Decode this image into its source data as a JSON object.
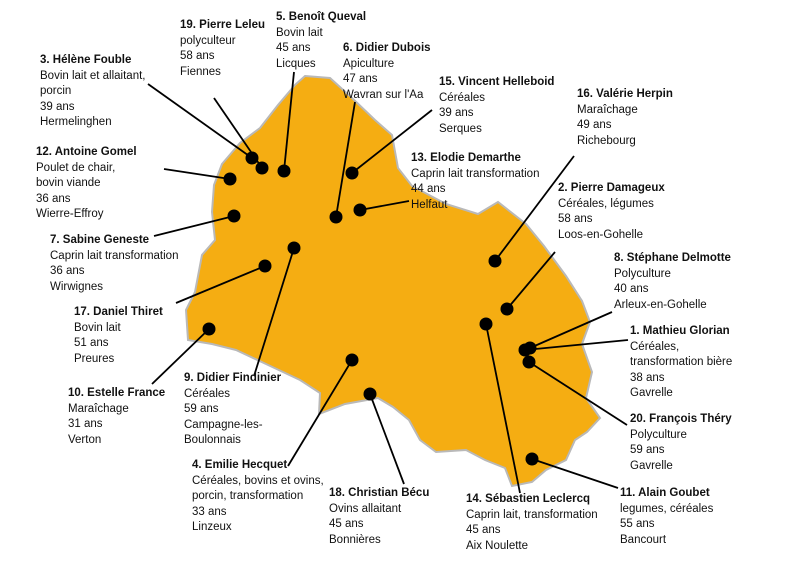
{
  "colors": {
    "region_fill": "#F5AD12",
    "region_stroke": "#B9B9B9",
    "marker": "#000000",
    "leader": "#000000"
  },
  "people": [
    {
      "id": "p19",
      "name": "19. Pierre Leleu",
      "lines": [
        "polyculteur",
        "58 ans",
        "Fiennes"
      ]
    },
    {
      "id": "p5",
      "name": "5. Benoît Queval",
      "lines": [
        "Bovin lait",
        "45 ans",
        "Licques"
      ]
    },
    {
      "id": "p3",
      "name": "3. Hélène Fouble",
      "lines": [
        "Bovin lait et allaitant,",
        "porcin",
        "39 ans",
        "Hermelinghen"
      ]
    },
    {
      "id": "p6",
      "name": "6. Didier Dubois",
      "lines": [
        "Apiculture",
        "47 ans",
        "Wavran sur l'Aa"
      ]
    },
    {
      "id": "p15",
      "name": "15. Vincent Helleboid",
      "lines": [
        "Céréales",
        "39 ans",
        "Serques"
      ]
    },
    {
      "id": "p16",
      "name": "16. Valérie Herpin",
      "lines": [
        "Maraîchage",
        "49 ans",
        "Richebourg"
      ]
    },
    {
      "id": "p12",
      "name": "12. Antoine Gomel",
      "lines": [
        "Poulet de chair,",
        "bovin viande",
        "36 ans",
        "Wierre-Effroy"
      ]
    },
    {
      "id": "p13",
      "name": "13. Elodie Demarthe",
      "lines": [
        "Caprin lait transformation",
        "44 ans",
        "Helfaut"
      ]
    },
    {
      "id": "p2",
      "name": "2. Pierre Damageux",
      "lines": [
        "Céréales, légumes",
        "58 ans",
        "Loos-en-Gohelle"
      ]
    },
    {
      "id": "p7",
      "name": "7. Sabine Geneste",
      "lines": [
        "Caprin lait transformation",
        "36 ans",
        "Wirwignes"
      ]
    },
    {
      "id": "p8",
      "name": "8. Stéphane Delmotte",
      "lines": [
        "Polyculture",
        "40 ans",
        "Arleux-en-Gohelle"
      ]
    },
    {
      "id": "p17",
      "name": "17. Daniel Thiret",
      "lines": [
        "Bovin lait",
        "51 ans",
        "Preures"
      ]
    },
    {
      "id": "p1",
      "name": "1. Mathieu Glorian",
      "lines": [
        "Céréales,",
        "transformation bière",
        "38 ans",
        "Gavrelle"
      ]
    },
    {
      "id": "p10",
      "name": "10. Estelle France",
      "lines": [
        "Maraîchage",
        "31 ans",
        "Verton"
      ]
    },
    {
      "id": "p9",
      "name": "9. Didier Findinier",
      "lines": [
        "Céréales",
        "59 ans",
        "Campagne-les-",
        "Boulonnais"
      ]
    },
    {
      "id": "p20",
      "name": "20. François Théry",
      "lines": [
        "Polyculture",
        "59 ans",
        "Gavrelle"
      ]
    },
    {
      "id": "p4",
      "name": "4. Emilie Hecquet",
      "lines": [
        "Céréales, bovins et ovins,",
        "porcin, transformation",
        "33 ans",
        "Linzeux"
      ]
    },
    {
      "id": "p18",
      "name": "18. Christian Bécu",
      "lines": [
        "Ovins allaitant",
        "45 ans",
        "Bonnières"
      ]
    },
    {
      "id": "p14",
      "name": "14. Sébastien Leclercq",
      "lines": [
        "Caprin lait, transformation",
        "45 ans",
        "Aix Noulette"
      ]
    },
    {
      "id": "p11",
      "name": "11. Alain Goubet",
      "lines": [
        "legumes, céréales",
        "55 ans",
        "Bancourt"
      ]
    }
  ]
}
